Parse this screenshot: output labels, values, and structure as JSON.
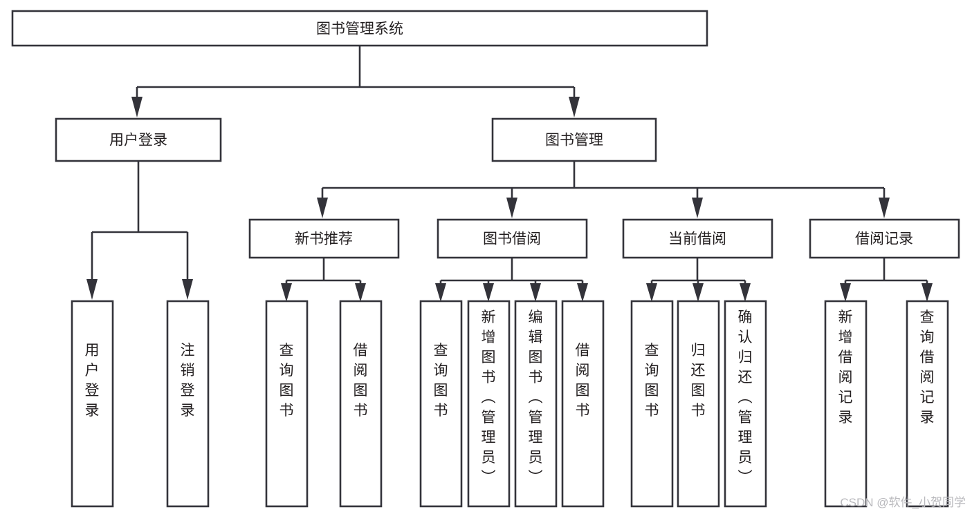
{
  "diagram": {
    "title": "图书管理系统",
    "type": "tree-hierarchy",
    "root": {
      "id": "root",
      "label": "图书管理系统"
    },
    "level2": [
      {
        "id": "user-login",
        "label": "用户登录"
      },
      {
        "id": "book-manage",
        "label": "图书管理"
      }
    ],
    "level3": [
      {
        "id": "new-book-recommend",
        "label": "新书推荐",
        "parent": "book-manage"
      },
      {
        "id": "book-borrow",
        "label": "图书借阅",
        "parent": "book-manage"
      },
      {
        "id": "current-borrow",
        "label": "当前借阅",
        "parent": "book-manage"
      },
      {
        "id": "borrow-record",
        "label": "借阅记录",
        "parent": "book-manage"
      }
    ],
    "leaves": [
      {
        "id": "leaf-user-login",
        "label": "用户登录",
        "parent": "user-login"
      },
      {
        "id": "leaf-user-logout",
        "label": "注销登录",
        "parent": "user-login"
      },
      {
        "id": "leaf-query-book-1",
        "label": "查询图书",
        "parent": "new-book-recommend"
      },
      {
        "id": "leaf-borrow-book-1",
        "label": "借阅图书",
        "parent": "new-book-recommend"
      },
      {
        "id": "leaf-query-book-2",
        "label": "查询图书",
        "parent": "book-borrow"
      },
      {
        "id": "leaf-add-book",
        "label": "新增图书（管理员）",
        "parent": "book-borrow"
      },
      {
        "id": "leaf-edit-book",
        "label": "编辑图书（管理员）",
        "parent": "book-borrow"
      },
      {
        "id": "leaf-borrow-book-2",
        "label": "借阅图书",
        "parent": "book-borrow"
      },
      {
        "id": "leaf-query-book-3",
        "label": "查询图书",
        "parent": "current-borrow"
      },
      {
        "id": "leaf-return-book",
        "label": "归还图书",
        "parent": "current-borrow"
      },
      {
        "id": "leaf-confirm-return",
        "label": "确认归还（管理员）",
        "parent": "current-borrow"
      },
      {
        "id": "leaf-add-record",
        "label": "新增借阅记录",
        "parent": "borrow-record"
      },
      {
        "id": "leaf-query-record",
        "label": "查询借阅记录",
        "parent": "borrow-record"
      }
    ]
  },
  "watermark": {
    "text": "CSDN @软件_小贺同学"
  },
  "colors": {
    "stroke": "#33333a",
    "box_fill": "#ffffff",
    "text": "#231f20",
    "watermark": "#b9b9bd",
    "background": "#ffffff"
  }
}
